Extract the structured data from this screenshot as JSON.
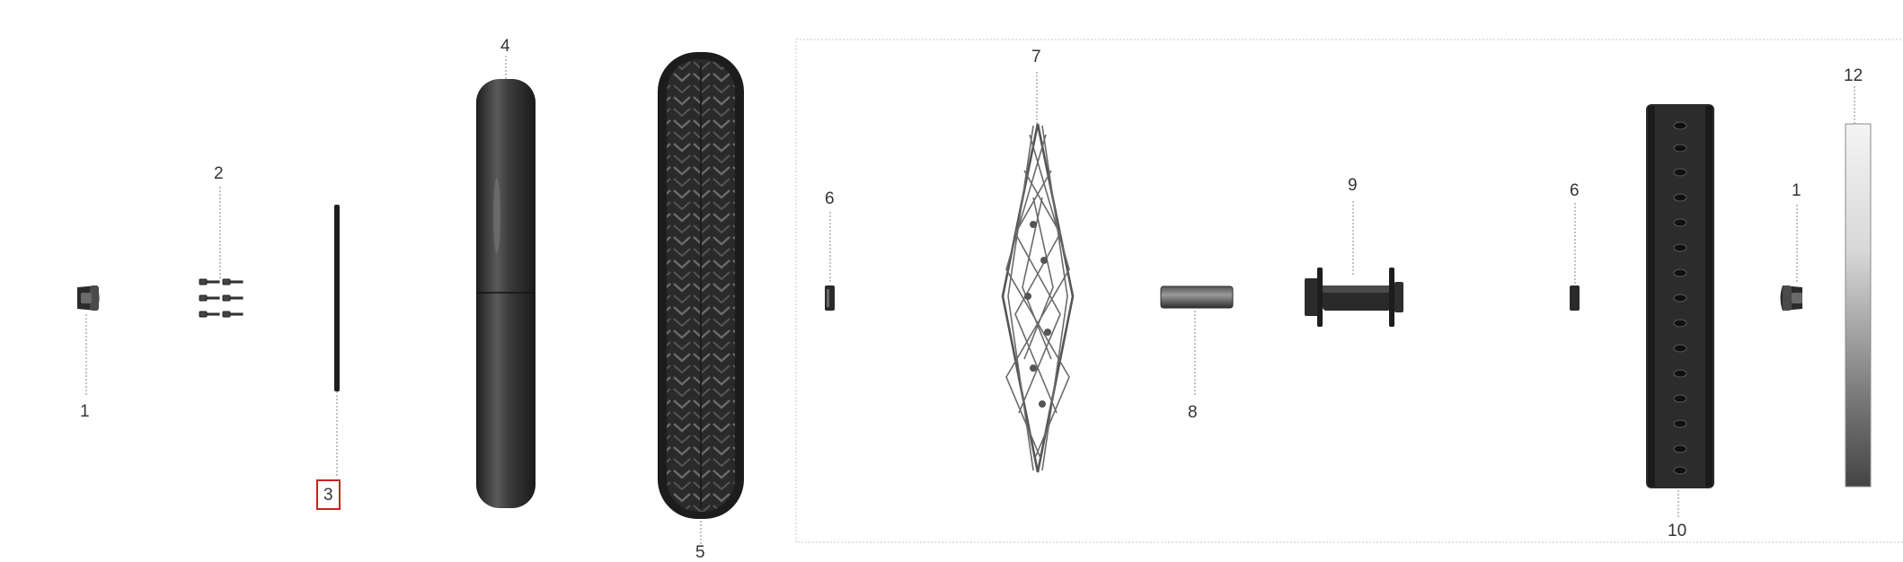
{
  "diagram": {
    "highlight_color": "#cc1f1f",
    "part_color": "#3a3a3a",
    "leader_color": "#9a9a9a",
    "callouts": [
      {
        "id": "c1",
        "label": "1",
        "part": "hub-cap"
      },
      {
        "id": "c2",
        "label": "2",
        "part": "bolt-set"
      },
      {
        "id": "c3",
        "label": "3",
        "part": "axle-rod",
        "selected": true
      },
      {
        "id": "c4",
        "label": "4",
        "part": "inner-tube"
      },
      {
        "id": "c5",
        "label": "5",
        "part": "tire"
      },
      {
        "id": "c6a",
        "label": "6",
        "part": "bearing"
      },
      {
        "id": "c7",
        "label": "7",
        "part": "spokes"
      },
      {
        "id": "c8",
        "label": "8",
        "part": "axle-sleeve"
      },
      {
        "id": "c9",
        "label": "9",
        "part": "hub"
      },
      {
        "id": "c6b",
        "label": "6",
        "part": "bearing"
      },
      {
        "id": "c10",
        "label": "10",
        "part": "rim"
      },
      {
        "id": "c1b",
        "label": "1",
        "part": "hub-cap"
      },
      {
        "id": "c12",
        "label": "12",
        "part": "rim-tape"
      }
    ]
  }
}
